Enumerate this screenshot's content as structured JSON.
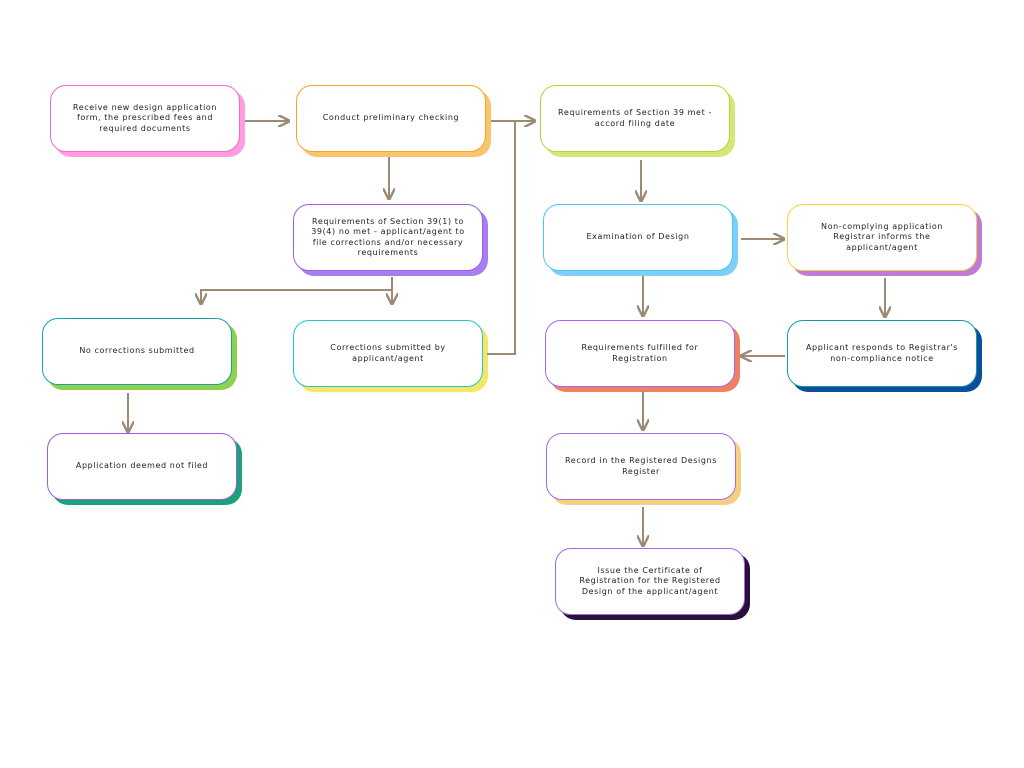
{
  "nodes": {
    "receive": {
      "text": "Receive new design application form, the prescribed fees and required documents",
      "border": "#f06ad0",
      "shadow": "#ff9de0"
    },
    "conduct": {
      "text": "Conduct preliminary checking",
      "border": "#f5a623",
      "shadow": "#f9c56e"
    },
    "sec39met": {
      "text": "Requirements of Section 39 met - accord filing date",
      "border": "#b5d334",
      "shadow": "#d4e87a"
    },
    "sec39notmet": {
      "text": "Requirements of Section 39(1) to 39(4) no met - applicant/agent to file corrections and/or necessary requirements",
      "border": "#9b5de5",
      "shadow": "#a77ef0"
    },
    "examination": {
      "text": "Examination of Design",
      "border": "#4fc3f7",
      "shadow": "#7ad0f5"
    },
    "noncomplying": {
      "text": "Non-complying application Registrar informs the applicant/agent",
      "border": "#f5d442",
      "shadow": "#c07ad8"
    },
    "nocorrections": {
      "text": "No corrections submitted",
      "border": "#17a2a6",
      "shadow": "#8fd14f"
    },
    "corrections": {
      "text": "Corrections submitted by applicant/agent",
      "border": "#1ec8d1",
      "shadow": "#f5e663"
    },
    "fulfilled": {
      "text": "Requirements fulfilled for Registration",
      "border": "#a46be8",
      "shadow": "#f08060"
    },
    "responds": {
      "text": "Applicant responds to Registrar's non-compliance notice",
      "border": "#1a9aa6",
      "shadow": "#0b4f9c"
    },
    "notfiled": {
      "text": "Application deemed not filed",
      "border": "#9b5de5",
      "shadow": "#1aa37a"
    },
    "record": {
      "text": "Record in the Registered Designs Register",
      "border": "#a46be8",
      "shadow": "#f5d080"
    },
    "certificate": {
      "text": "Issue the Certificate of Registration for the Registered Design of the applicant/agent",
      "border": "#a46be8",
      "shadow": "#2a0f3a"
    }
  },
  "colors": {
    "arrow": "#9c8a74"
  }
}
